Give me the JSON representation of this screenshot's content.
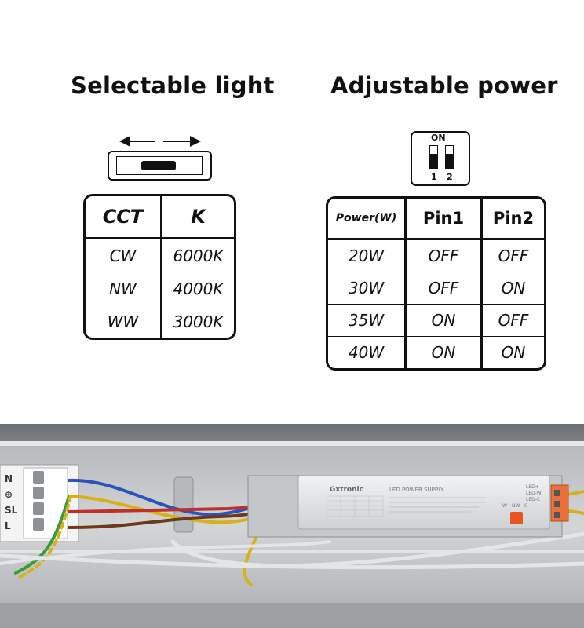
{
  "left_panel": {
    "title": "Selectable light",
    "table": {
      "headers": [
        "CCT",
        "K"
      ],
      "rows": [
        [
          "CW",
          "6000K"
        ],
        [
          "NW",
          "4000K"
        ],
        [
          "WW",
          "3000K"
        ]
      ]
    }
  },
  "right_panel": {
    "title": "Adjustable power",
    "dip_switch": {
      "on_label": "ON",
      "pin_numbers": [
        "1",
        "2"
      ]
    },
    "table": {
      "headers": [
        "Power(W)",
        "Pin1",
        "Pin2"
      ],
      "rows": [
        [
          "20W",
          "OFF",
          "OFF"
        ],
        [
          "30W",
          "OFF",
          "ON"
        ],
        [
          "35W",
          "ON",
          "OFF"
        ],
        [
          "40W",
          "ON",
          "ON"
        ]
      ]
    }
  },
  "photo": {
    "terminal_labels": [
      "N",
      "⊕",
      "SL",
      "L"
    ],
    "driver_brand": "Gxtronic",
    "driver_title": "LED POWER SUPPLY",
    "output_labels": [
      "LED+",
      "LED-W",
      "LED-C"
    ],
    "switch_labels": [
      "W",
      "NW",
      "C"
    ],
    "colors": {
      "housing": "#c9cbcd",
      "driver_body": "#e8e9ea",
      "switch": "#e8551e",
      "connector": "#e8703a",
      "wire_blue": "#2b54b8",
      "wire_red": "#c0302a",
      "wire_yellow": "#d8b11a",
      "wire_brown": "#6b3a1c",
      "wire_green": "#3c9a3a"
    }
  }
}
